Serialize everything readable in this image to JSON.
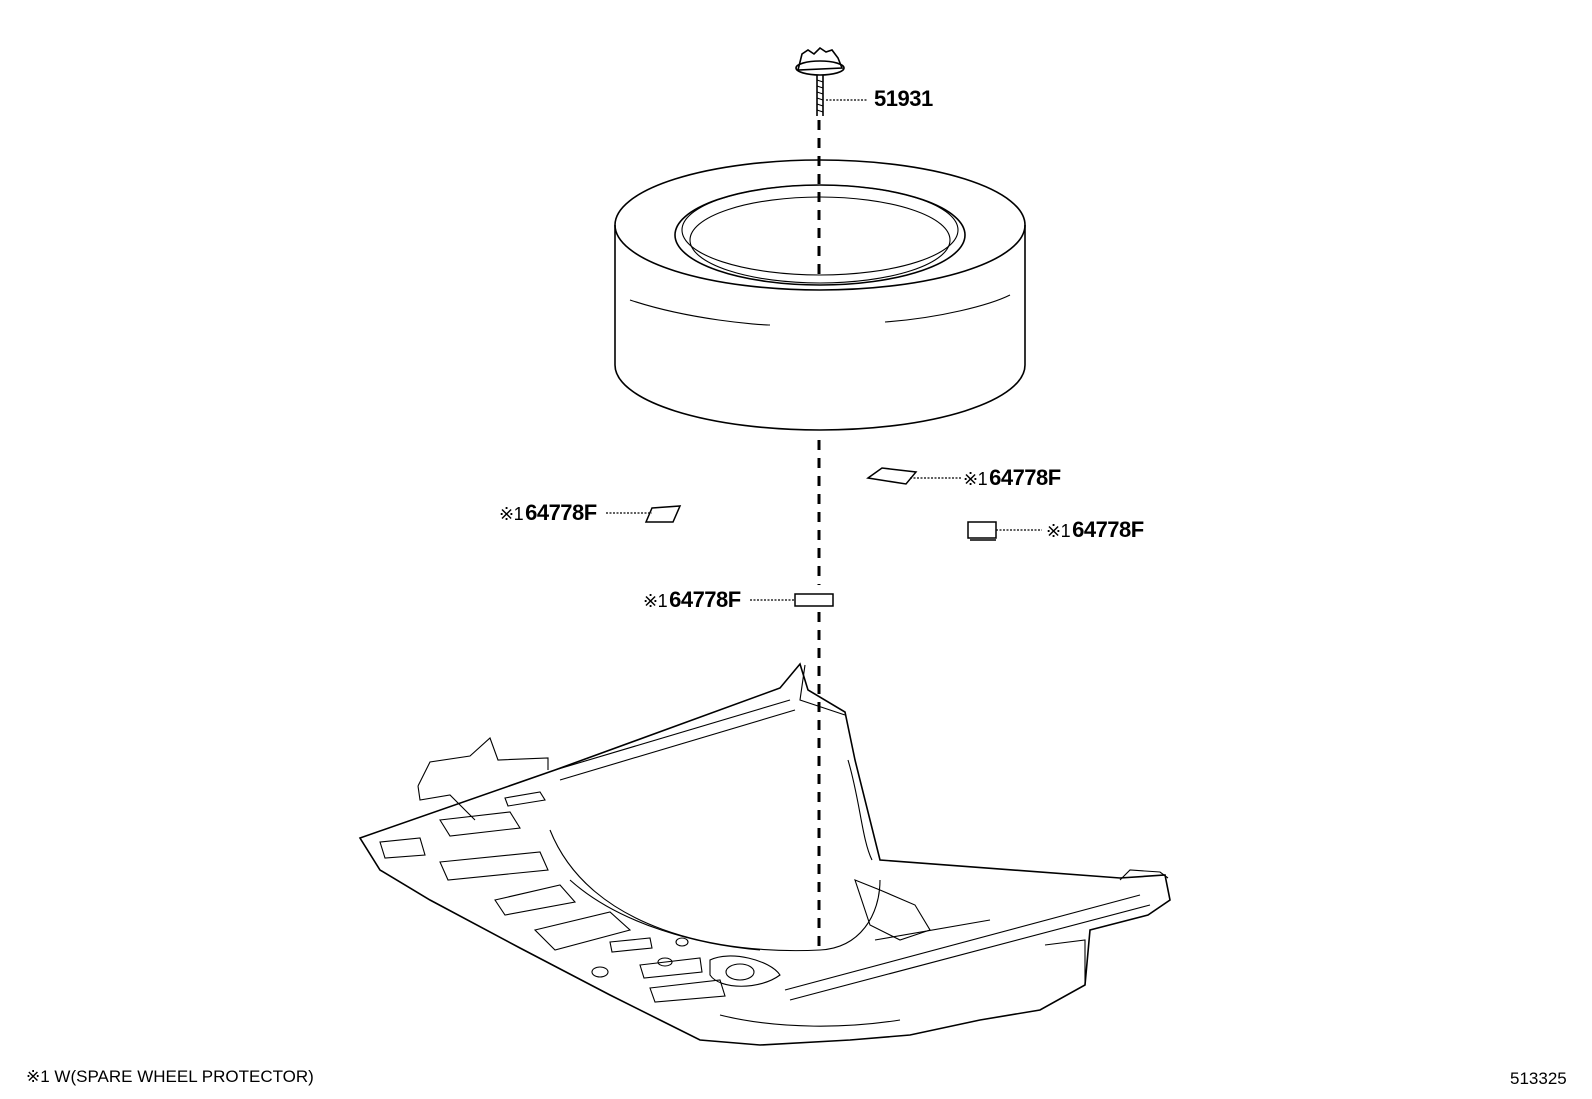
{
  "parts": [
    {
      "code": "51931",
      "mark": ""
    },
    {
      "code": "64778F",
      "mark": "※1"
    },
    {
      "code": "64778F",
      "mark": "※1"
    },
    {
      "code": "64778F",
      "mark": "※1"
    },
    {
      "code": "64778F",
      "mark": "※1"
    }
  ],
  "footnote": "※1 W(SPARE WHEEL PROTECTOR)",
  "illustration_number": "513325"
}
